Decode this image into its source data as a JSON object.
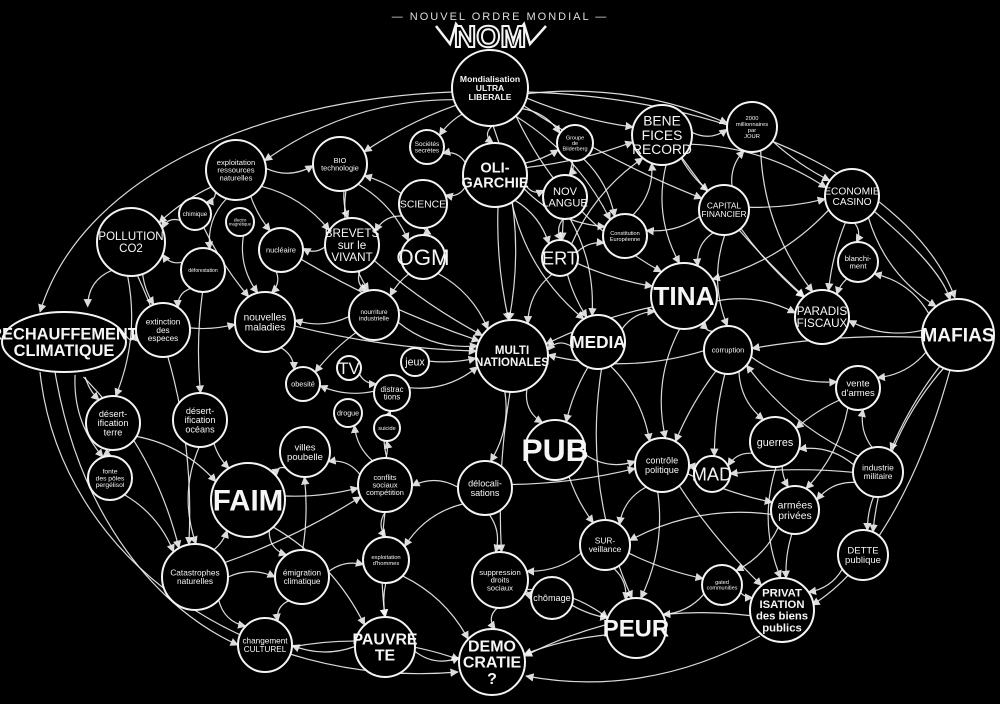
{
  "title": "— NOUVEL ORDRE MONDIAL —",
  "logo": "NOM",
  "colors": {
    "background": "#000000",
    "ink": "#f4f4f4"
  },
  "nodes": {
    "ultra": [
      "Mondialisation",
      "ULTRA",
      "LIBERALE"
    ],
    "soc": [
      "Sociétés",
      "secrètes"
    ],
    "oli": [
      "OLI-",
      "GARCHIE"
    ],
    "bild": [
      "Groupe",
      "de",
      "Bilderberg"
    ],
    "bene": [
      "BENE",
      "FICES",
      "RECORD"
    ],
    "mill": [
      "2000",
      "millionnaires",
      "par",
      "JOUR"
    ],
    "bio": [
      "BIO",
      "technologie"
    ],
    "expl": [
      "exploitation",
      "ressources",
      "naturelles"
    ],
    "sci": [
      "SCIENCE"
    ],
    "nov": [
      "NOV",
      "LANGUE"
    ],
    "const": [
      "Constitution",
      "Européenne"
    ],
    "cap": [
      "CAPITAL",
      "FINANCIER"
    ],
    "casino": [
      "ECONOMIE",
      "CASINO"
    ],
    "chim": [
      "chimique"
    ],
    "elec": [
      "électro",
      "magnétique"
    ],
    "poll": [
      "POLLUTION",
      "CO2"
    ],
    "brev": [
      "BREVETS",
      "sur le",
      "VIVANT"
    ],
    "ogm": [
      "OGM"
    ],
    "nuc": [
      "nucléaire"
    ],
    "ert": [
      "ERT"
    ],
    "blanch": [
      "blanchi-",
      "ment"
    ],
    "defo": [
      "déforestation"
    ],
    "tina": [
      "TINA"
    ],
    "nourr": [
      "nourriture",
      "industrielle"
    ],
    "malad": [
      "nouvelles",
      "maladies"
    ],
    "paradis": [
      "PARADIS",
      "FISCAUX"
    ],
    "mafias": [
      "MAFIAS"
    ],
    "rech": [
      "RECHAUFFEMENT",
      "CLIMATIQUE"
    ],
    "ext": [
      "extinction",
      "des",
      "especes"
    ],
    "multi": [
      "MULTI",
      "NATIONALES"
    ],
    "media": [
      "MEDIA"
    ],
    "corr": [
      "corruption"
    ],
    "jeux": [
      "jeux"
    ],
    "tv": [
      "TV"
    ],
    "obes": [
      "obesité"
    ],
    "dist": [
      "distrac",
      "tions"
    ],
    "vente": [
      "vente",
      "d'armes"
    ],
    "drog": [
      "drogue"
    ],
    "suic": [
      "suicide"
    ],
    "dterre": [
      "désert-",
      "ification",
      "terre"
    ],
    "docean": [
      "désert-",
      "ification",
      "océans"
    ],
    "villes": [
      "villes",
      "poubelle"
    ],
    "pub": [
      "PUB"
    ],
    "ctrl": [
      "contrôle",
      "politique"
    ],
    "guer": [
      "guerres"
    ],
    "mad": [
      "MAD"
    ],
    "indus": [
      "industrie",
      "militaire"
    ],
    "confl": [
      "conflits",
      "sociaux",
      "compétition"
    ],
    "fonte": [
      "fonte",
      "des pôles",
      "pergélisol"
    ],
    "faim": [
      "FAIM"
    ],
    "deloc": [
      "délocali-",
      "sations"
    ],
    "armees": [
      "armées",
      "privées"
    ],
    "surv": [
      "SUR-",
      "veillance"
    ],
    "dette": [
      "DETTE",
      "publique"
    ],
    "explh": [
      "exploitation",
      "d'hommes"
    ],
    "cata": [
      "Catastrophes",
      "naturelles"
    ],
    "emig": [
      "émigration",
      "climatique"
    ],
    "gated": [
      "gated",
      "communities"
    ],
    "supp": [
      "suppression",
      "droits",
      "sociaux"
    ],
    "chom": [
      "chômage"
    ],
    "priv": [
      "PRIVAT",
      "ISATION",
      "des biens",
      "publics"
    ],
    "peur": [
      "PEUR"
    ],
    "chang": [
      "changement",
      "CULTUREL"
    ],
    "pauv": [
      "PAUVRE",
      "TE"
    ],
    "demo": [
      "DEMO",
      "CRATIE",
      "?"
    ]
  },
  "edges": [
    [
      "ultra",
      "soc"
    ],
    [
      "ultra",
      "oli"
    ],
    [
      "ultra",
      "bild"
    ],
    [
      "ultra",
      "bene"
    ],
    [
      "ultra",
      "mill"
    ],
    [
      "ultra",
      "expl"
    ],
    [
      "ultra",
      "bio"
    ],
    [
      "ultra",
      "tina"
    ],
    [
      "ultra",
      "const"
    ],
    [
      "ultra",
      "cap"
    ],
    [
      "ultra",
      "multi"
    ],
    [
      "oli",
      "soc"
    ],
    [
      "oli",
      "bild"
    ],
    [
      "oli",
      "nov"
    ],
    [
      "oli",
      "ert"
    ],
    [
      "oli",
      "multi"
    ],
    [
      "oli",
      "sci"
    ],
    [
      "oli",
      "media"
    ],
    [
      "oli",
      "bene"
    ],
    [
      "oli",
      "const"
    ],
    [
      "bild",
      "nov"
    ],
    [
      "bild",
      "ert"
    ],
    [
      "bild",
      "const"
    ],
    [
      "bene",
      "mill"
    ],
    [
      "bene",
      "cap"
    ],
    [
      "bene",
      "tina"
    ],
    [
      "bene",
      "casino"
    ],
    [
      "bene",
      "paradis"
    ],
    [
      "ert",
      "bene"
    ],
    [
      "const",
      "bene"
    ],
    [
      "mill",
      "casino"
    ],
    [
      "mill",
      "paradis"
    ],
    [
      "cap",
      "mill"
    ],
    [
      "cap",
      "casino"
    ],
    [
      "cap",
      "const"
    ],
    [
      "cap",
      "tina"
    ],
    [
      "cap",
      "paradis"
    ],
    [
      "cap",
      "corr"
    ],
    [
      "casino",
      "blanch"
    ],
    [
      "casino",
      "paradis"
    ],
    [
      "casino",
      "tina"
    ],
    [
      "casino",
      "mafias"
    ],
    [
      "blanch",
      "paradis"
    ],
    [
      "mafias",
      "blanch"
    ],
    [
      "mafias",
      "paradis"
    ],
    [
      "mafias",
      "corr"
    ],
    [
      "mafias",
      "vente"
    ],
    [
      "mafias",
      "dette"
    ],
    [
      "mafias",
      "indus"
    ],
    [
      "nov",
      "ert"
    ],
    [
      "nov",
      "media"
    ],
    [
      "ert",
      "tina"
    ],
    [
      "ert",
      "const"
    ],
    [
      "ert",
      "multi"
    ],
    [
      "ert",
      "media"
    ],
    [
      "media",
      "multi"
    ],
    [
      "media",
      "tina"
    ],
    [
      "media",
      "pub"
    ],
    [
      "media",
      "ctrl"
    ],
    [
      "media",
      "peur"
    ],
    [
      "tina",
      "multi"
    ],
    [
      "tina",
      "ctrl"
    ],
    [
      "tina",
      "paradis"
    ],
    [
      "corr",
      "ctrl"
    ],
    [
      "corr",
      "tina"
    ],
    [
      "corr",
      "guer"
    ],
    [
      "corr",
      "mad"
    ],
    [
      "corr",
      "vente"
    ],
    [
      "corr",
      "multi"
    ],
    [
      "vente",
      "guer"
    ],
    [
      "vente",
      "armees"
    ],
    [
      "indus",
      "guer"
    ],
    [
      "indus",
      "mad"
    ],
    [
      "indus",
      "armees"
    ],
    [
      "indus",
      "vente"
    ],
    [
      "indus",
      "dette"
    ],
    [
      "indus",
      "corr"
    ],
    [
      "guer",
      "mad"
    ],
    [
      "guer",
      "armees"
    ],
    [
      "guer",
      "priv"
    ],
    [
      "ctrl",
      "mad"
    ],
    [
      "ctrl",
      "armees"
    ],
    [
      "ctrl",
      "peur"
    ],
    [
      "ctrl",
      "surv"
    ],
    [
      "ctrl",
      "priv"
    ],
    [
      "armees",
      "surv"
    ],
    [
      "armees",
      "gated"
    ],
    [
      "armees",
      "priv"
    ],
    [
      "dette",
      "priv"
    ],
    [
      "pub",
      "ctrl"
    ],
    [
      "pub",
      "surv"
    ],
    [
      "multi",
      "pub"
    ],
    [
      "multi",
      "deloc"
    ],
    [
      "multi",
      "supp"
    ],
    [
      "deloc",
      "supp"
    ],
    [
      "deloc",
      "confl"
    ],
    [
      "deloc",
      "ctrl"
    ],
    [
      "deloc",
      "explh"
    ],
    [
      "surv",
      "peur"
    ],
    [
      "surv",
      "gated"
    ],
    [
      "surv",
      "supp"
    ],
    [
      "supp",
      "chom"
    ],
    [
      "chom",
      "peur"
    ],
    [
      "supp",
      "demo"
    ],
    [
      "supp",
      "peur"
    ],
    [
      "gated",
      "priv"
    ],
    [
      "gated",
      "peur"
    ],
    [
      "priv",
      "demo"
    ],
    [
      "peur",
      "demo"
    ],
    [
      "pauv",
      "demo"
    ],
    [
      "chang",
      "demo"
    ],
    [
      "explh",
      "pauv"
    ],
    [
      "explh",
      "demo"
    ],
    [
      "confl",
      "explh"
    ],
    [
      "confl",
      "pauv"
    ],
    [
      "confl",
      "villes"
    ],
    [
      "confl",
      "drog"
    ],
    [
      "confl",
      "suic"
    ],
    [
      "confl",
      "dist"
    ],
    [
      "villes",
      "faim"
    ],
    [
      "faim",
      "confl"
    ],
    [
      "faim",
      "emig"
    ],
    [
      "faim",
      "pauv"
    ],
    [
      "cata",
      "faim"
    ],
    [
      "cata",
      "emig"
    ],
    [
      "cata",
      "chang"
    ],
    [
      "cata",
      "confl"
    ],
    [
      "emig",
      "chang"
    ],
    [
      "emig",
      "explh"
    ],
    [
      "emig",
      "villes"
    ],
    [
      "pauv",
      "chang"
    ],
    [
      "dist",
      "multi"
    ],
    [
      "jeux",
      "multi"
    ],
    [
      "tv",
      "dist"
    ],
    [
      "dist",
      "obes"
    ],
    [
      "nourr",
      "obes"
    ],
    [
      "nourr",
      "malad"
    ],
    [
      "nourr",
      "multi"
    ],
    [
      "sci",
      "bio"
    ],
    [
      "sci",
      "brev"
    ],
    [
      "sci",
      "ogm"
    ],
    [
      "bio",
      "brev"
    ],
    [
      "bio",
      "ogm"
    ],
    [
      "bio",
      "nourr"
    ],
    [
      "ogm",
      "nourr"
    ],
    [
      "brev",
      "nourr"
    ],
    [
      "brev",
      "nuc"
    ],
    [
      "brev",
      "multi"
    ],
    [
      "ogm",
      "multi"
    ],
    [
      "expl",
      "bio"
    ],
    [
      "expl",
      "poll"
    ],
    [
      "expl",
      "defo"
    ],
    [
      "expl",
      "brev"
    ],
    [
      "expl",
      "nuc"
    ],
    [
      "expl",
      "chim"
    ],
    [
      "chim",
      "poll"
    ],
    [
      "chim",
      "malad"
    ],
    [
      "elec",
      "malad"
    ],
    [
      "nuc",
      "malad"
    ],
    [
      "nuc",
      "multi"
    ],
    [
      "defo",
      "poll"
    ],
    [
      "defo",
      "ext"
    ],
    [
      "defo",
      "docean"
    ],
    [
      "poll",
      "rech"
    ],
    [
      "poll",
      "dterre"
    ],
    [
      "poll",
      "ext"
    ],
    [
      "poll",
      "cata"
    ],
    [
      "rech",
      "ext"
    ],
    [
      "rech",
      "dterre"
    ],
    [
      "rech",
      "fonte"
    ],
    [
      "rech",
      "cata"
    ],
    [
      "ext",
      "malad"
    ],
    [
      "dterre",
      "faim"
    ],
    [
      "dterre",
      "fonte"
    ],
    [
      "docean",
      "faim"
    ],
    [
      "docean",
      "cata"
    ],
    [
      "fonte",
      "cata"
    ],
    [
      "malad",
      "multi"
    ],
    [
      "malad",
      "obes"
    ]
  ]
}
